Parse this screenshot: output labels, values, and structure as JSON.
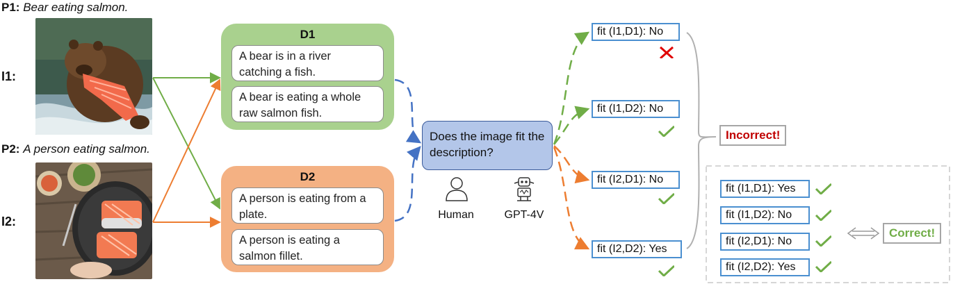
{
  "prompts": {
    "p1": {
      "tag": "P1:",
      "text": "Bear eating salmon."
    },
    "p2": {
      "tag": "P2:",
      "text": "A person eating salmon."
    }
  },
  "images": {
    "i1": {
      "tag": "I1:"
    },
    "i2": {
      "tag": "I2:"
    }
  },
  "descriptions": {
    "d1": {
      "title": "D1",
      "items": [
        "A bear is in a river catching a fish.",
        "A bear is eating a whole raw salmon fish."
      ]
    },
    "d2": {
      "title": "D2",
      "items": [
        "A person is eating from a plate.",
        "A person is eating a salmon fillet."
      ]
    }
  },
  "question": "Does the image fit the description?",
  "evaluators": {
    "human": "Human",
    "gpt": "GPT-4V"
  },
  "gpt_results": [
    {
      "label": "fit (I1,D1): No",
      "mark": "cross"
    },
    {
      "label": "fit (I1,D2): No",
      "mark": "check"
    },
    {
      "label": "fit (I2,D1): No",
      "mark": "check"
    },
    {
      "label": "fit (I2,D2): Yes",
      "mark": "check"
    }
  ],
  "incorrect_label": "Incorrect!",
  "correct_results": [
    "fit (I1,D1): Yes",
    "fit (I1,D2): No",
    "fit (I2,D1): No",
    "fit (I2,D2): Yes"
  ],
  "correct_label": "Correct!",
  "colors": {
    "green": "#70ad47",
    "orange": "#ed7d31",
    "blue": "#4472c4",
    "d1_fill": "#a9d18e",
    "d2_fill": "#f4b183",
    "red": "#e00000",
    "incorrect": "#c00000",
    "correct": "#70ad47"
  }
}
